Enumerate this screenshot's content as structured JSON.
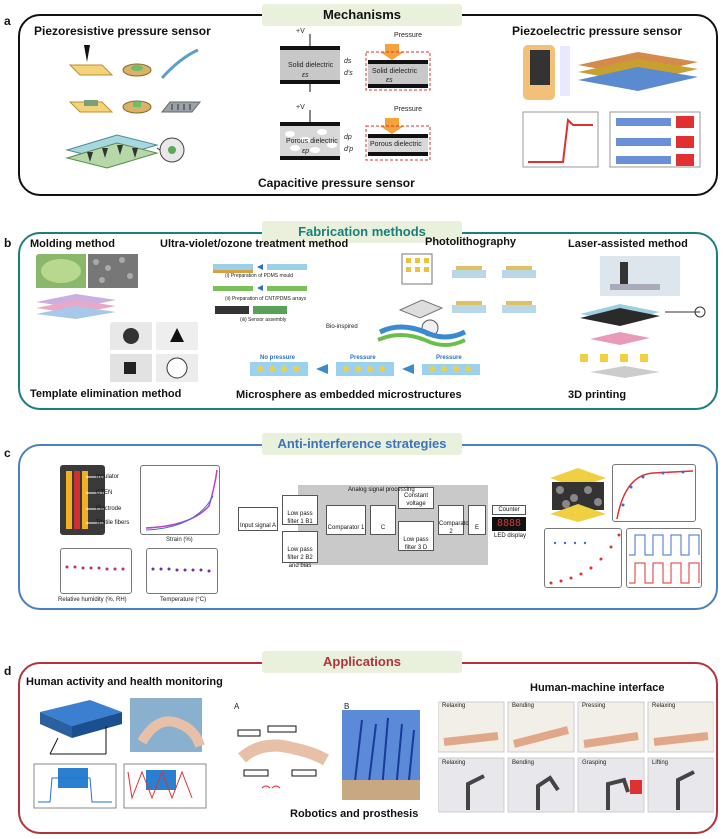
{
  "sections": {
    "a": {
      "label": "a",
      "header": "Mechanisms",
      "items": {
        "piezoresistive": "Piezoresistive pressure sensor",
        "piezoelectric": "Piezoelectric pressure sensor",
        "capacitive": "Capacitive pressure sensor"
      },
      "capacitor": {
        "pressure": "Pressure",
        "solid": "Solid dielectric",
        "porous": "Porous dielectric",
        "eps_s": "εs",
        "eps_p": "εp",
        "d_s": "ds",
        "d_s2": "d's",
        "d_p": "dp",
        "d_p2": "d'p",
        "v": "+V"
      }
    },
    "b": {
      "label": "b",
      "header": "Fabrication methods",
      "items": {
        "molding": "Molding method",
        "uv": "Ultra-violet/ozone treatment method",
        "photo": "Photolithography",
        "laser": "Laser-assisted method",
        "template": "Template elimination method",
        "microsphere": "Microsphere as embedded microstructures",
        "printing": "3D printing"
      },
      "uv_steps": [
        "(i) Preparation of PDMS mould",
        "(ii) Preparation of CNT/PDMS arrays",
        "(iii) Sensor assembly"
      ],
      "microsphere_labels": {
        "no_pressure": "No pressure",
        "pressure": "Pressure",
        "bioinspired": "Bio-inspired"
      }
    },
    "c": {
      "label": "c",
      "header": "Anti-interference strategies",
      "stack": [
        "Insulator",
        "CTEN",
        "Electrode",
        "Textile fibers"
      ],
      "axes": {
        "strain": "Strain (%)",
        "humidity": "Relative humidity (%, RH)",
        "temperature": "Temperature (°C)"
      },
      "signal": {
        "title": "Analog signal processing",
        "input": "Input signal A",
        "lpf1": "Low pass filter 1 B1",
        "lpf2": "Low pass filter 2 B2 and bias",
        "comparator1": "Comparator 1",
        "c": "C",
        "constant": "Constant voltage",
        "lpf3": "Low pass filter 3 D",
        "comparator2": "Comparator 2",
        "e": "E",
        "counter": "Counter",
        "led": "LED display",
        "digits": "8888"
      }
    },
    "d": {
      "label": "d",
      "header": "Applications",
      "items": {
        "human": "Human activity and health monitoring",
        "hmi": "Human-machine interface",
        "robotics": "Robotics and prosthesis"
      },
      "hmi_states": [
        "Relaxing",
        "Bending",
        "Pressing",
        "Relaxing"
      ],
      "robot_states": [
        "Relaxing",
        "Bending",
        "Grasping",
        "Lifting"
      ],
      "robot_tags": [
        "A",
        "B"
      ]
    }
  },
  "colors": {
    "a_border": "#111111",
    "b_border": "#1a7f7a",
    "c_border": "#4a7fc1",
    "d_border": "#b0343a",
    "header_bg": "#e9f0dc",
    "b_header_text": "#1a7f7a",
    "c_header_text": "#3a74c0",
    "d_header_text": "#b0343a"
  }
}
